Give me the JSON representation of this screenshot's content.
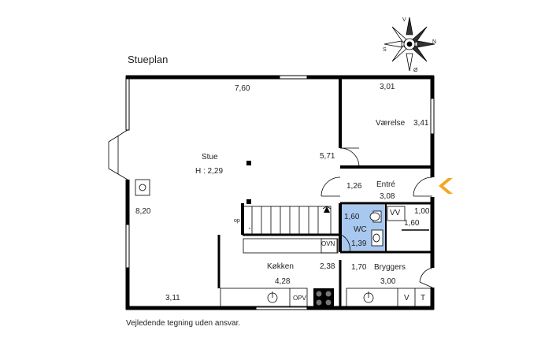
{
  "plan": {
    "title": "Stueplan",
    "disclaimer": "Vejledende tegning uden ansvar."
  },
  "compass": {
    "north": "N",
    "south": "S",
    "west": "V",
    "east": "Ø"
  },
  "rooms": {
    "stue": {
      "name": "Stue",
      "height": "H : 2,29",
      "width": "7,60",
      "depth": "8,20",
      "bottom_dim": "3,11"
    },
    "vaerelse": {
      "name": "Værelse",
      "width": "3,01",
      "depth": "3,41"
    },
    "hall_dim": "5,71",
    "entre": {
      "name": "Entré",
      "width": "3,08",
      "depth": "1,26"
    },
    "wc": {
      "name": "WC",
      "width": "1,60",
      "depth": "1,39"
    },
    "vv": {
      "label": "VV",
      "width": "1,00",
      "depth": "1,60"
    },
    "kokken": {
      "name": "Køkken",
      "width": "4,28",
      "depth": "2,38",
      "oven": "OVN",
      "opv": "OPV"
    },
    "bryggers": {
      "name": "Bryggers",
      "width": "3,00",
      "depth": "1,70",
      "washer": "V",
      "dryer": "T"
    },
    "stairs": "op"
  }
}
